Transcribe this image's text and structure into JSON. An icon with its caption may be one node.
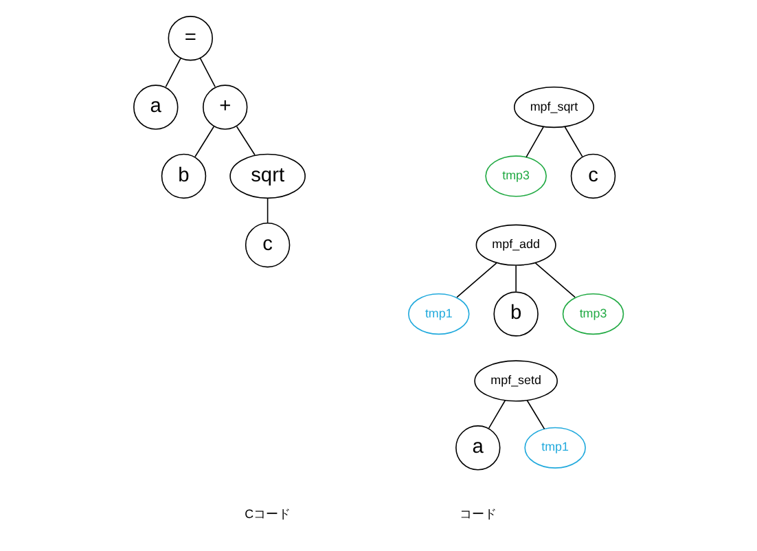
{
  "diagram": {
    "nodes": [
      {
        "text": [
          "="
        ]
      },
      {
        "text": [
          "a"
        ]
      },
      {
        "text": [
          "+"
        ]
      },
      {
        "text": [
          "b"
        ]
      },
      {
        "text": [
          "sqrt"
        ]
      },
      {
        "text": [
          "c"
        ]
      },
      {
        "text": [
          "mpf_sqrt"
        ]
      },
      {
        "text": [
          "tmp3"
        ]
      },
      {
        "text": [
          "c"
        ]
      },
      {
        "text": [
          "mpf_add"
        ]
      },
      {
        "text": [
          "tmp1"
        ]
      },
      {
        "text": [
          "b"
        ]
      },
      {
        "text": [
          "tmp3"
        ]
      },
      {
        "text": [
          "mpf_setd"
        ]
      },
      {
        "text": [
          "a"
        ]
      },
      {
        "text": [
          "tmp1"
        ]
      }
    ],
    "edges": [
      {
        "from": 0,
        "to": 1,
        "arrow": "none"
      },
      {
        "from": 0,
        "to": 2,
        "arrow": "none"
      },
      {
        "from": 2,
        "to": 3,
        "arrow": "none"
      },
      {
        "from": 2,
        "to": 4,
        "arrow": "none"
      },
      {
        "from": 4,
        "to": 5,
        "arrow": "none"
      },
      {
        "from": 6,
        "to": 7,
        "arrow": "none"
      },
      {
        "from": 6,
        "to": 8,
        "arrow": "none"
      },
      {
        "from": 9,
        "to": 10,
        "arrow": "none"
      },
      {
        "from": 9,
        "to": 11,
        "arrow": "none"
      },
      {
        "from": 9,
        "to": 12,
        "arrow": "none"
      },
      {
        "from": 13,
        "to": 14,
        "arrow": "none"
      },
      {
        "from": 13,
        "to": 15,
        "arrow": "none"
      }
    ],
    "labels": [
      "Cコード",
      "コード"
    ]
  }
}
